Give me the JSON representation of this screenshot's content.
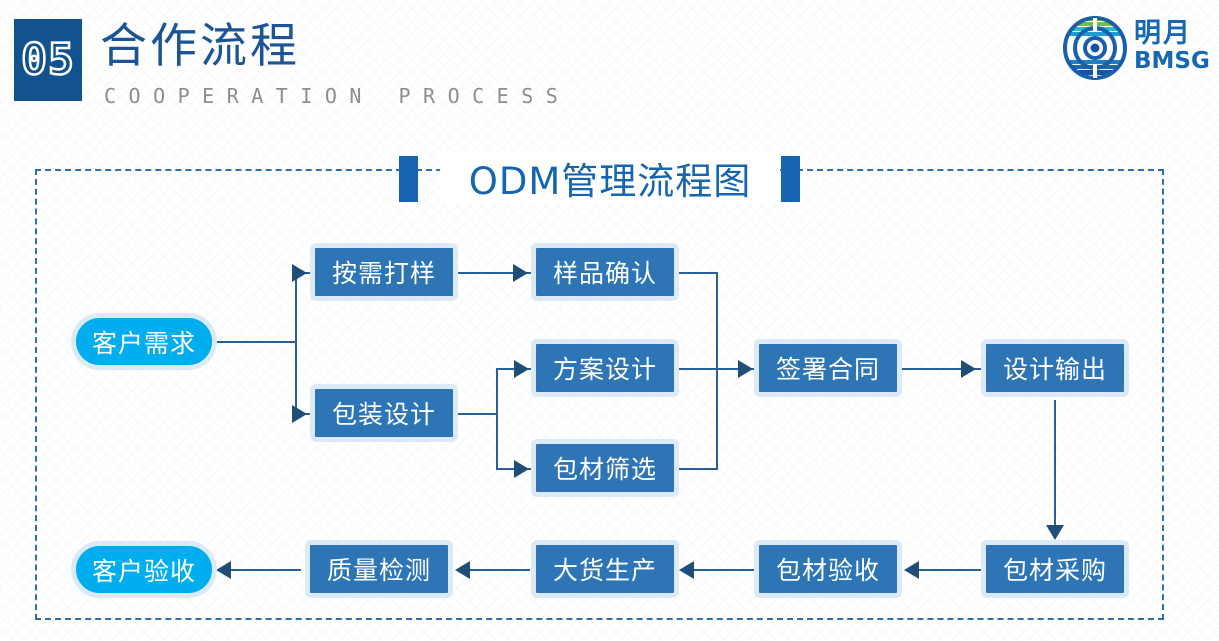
{
  "header": {
    "number": "05",
    "title_cn": "合作流程",
    "title_en": "COOPERATION PROCESS"
  },
  "logo": {
    "mark": "globe-icon",
    "name_cn": "明月",
    "name_en": "BMSG",
    "color": "#1667b4"
  },
  "section": {
    "title": "ODM管理流程图",
    "accent_color": "#1565b0"
  },
  "colors": {
    "box_fill": "#2e75b6",
    "box_border": "#dce9f7",
    "pill_fill": "#00aeef",
    "line": "#2a6099",
    "arrow": "#1f4e79",
    "frame": "#2e6fad",
    "badge": "#12528f",
    "title_blue": "#1b5596",
    "subtitle_gray": "#8d8d8d"
  },
  "flow": {
    "nodes": [
      {
        "id": "customer-demand",
        "label": "客户需求",
        "shape": "pill"
      },
      {
        "id": "sampling",
        "label": "按需打样",
        "shape": "box"
      },
      {
        "id": "sample-confirm",
        "label": "样品确认",
        "shape": "box"
      },
      {
        "id": "package-design",
        "label": "包装设计",
        "shape": "box"
      },
      {
        "id": "scheme-design",
        "label": "方案设计",
        "shape": "box"
      },
      {
        "id": "material-screen",
        "label": "包材筛选",
        "shape": "box"
      },
      {
        "id": "sign-contract",
        "label": "签署合同",
        "shape": "box"
      },
      {
        "id": "design-output",
        "label": "设计输出",
        "shape": "box"
      },
      {
        "id": "material-purchase",
        "label": "包材采购",
        "shape": "box"
      },
      {
        "id": "material-accept",
        "label": "包材验收",
        "shape": "box"
      },
      {
        "id": "mass-production",
        "label": "大货生产",
        "shape": "box"
      },
      {
        "id": "quality-check",
        "label": "质量检测",
        "shape": "box"
      },
      {
        "id": "customer-accept",
        "label": "客户验收",
        "shape": "pill"
      }
    ],
    "edges": [
      {
        "from": "customer-demand",
        "to": "sampling"
      },
      {
        "from": "customer-demand",
        "to": "package-design"
      },
      {
        "from": "sampling",
        "to": "sample-confirm"
      },
      {
        "from": "package-design",
        "to": "scheme-design"
      },
      {
        "from": "package-design",
        "to": "material-screen"
      },
      {
        "from": "sample-confirm",
        "to": "sign-contract"
      },
      {
        "from": "scheme-design",
        "to": "sign-contract"
      },
      {
        "from": "material-screen",
        "to": "sign-contract"
      },
      {
        "from": "sign-contract",
        "to": "design-output"
      },
      {
        "from": "design-output",
        "to": "material-purchase"
      },
      {
        "from": "material-purchase",
        "to": "material-accept"
      },
      {
        "from": "material-accept",
        "to": "mass-production"
      },
      {
        "from": "mass-production",
        "to": "quality-check"
      },
      {
        "from": "quality-check",
        "to": "customer-accept"
      }
    ]
  }
}
